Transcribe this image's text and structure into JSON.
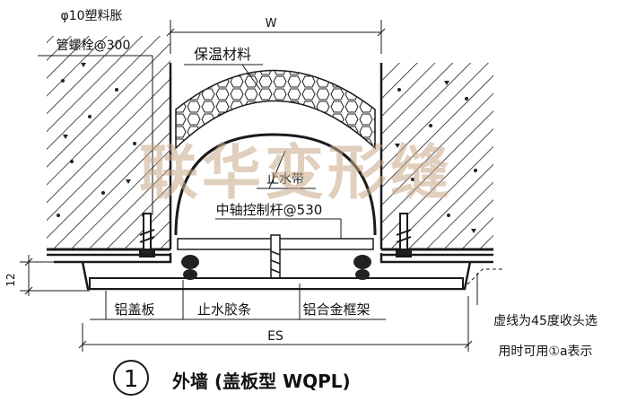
{
  "labels": {
    "bolt_spec_line1": "φ10塑料胀",
    "bolt_spec_line2": "管螺栓@300",
    "width_w": "W",
    "insulation": "保温材料",
    "waterstop_band": "止水带",
    "center_rod": "中轴控制杆@530",
    "dim_12": "12",
    "alu_cover": "铝盖板",
    "rubber_strip": "止水胶条",
    "alu_frame": "铝合金框架",
    "es": "ES",
    "note_line1": "虚线为45度收头选",
    "note_line2": "用时可用①a表示",
    "caption_num": "1",
    "caption_text": "外墙 (盖板型 WQPL)"
  },
  "watermark": "联华变形缝",
  "colors": {
    "line": "#1a1a1a",
    "watermark": "#c9a98a"
  }
}
